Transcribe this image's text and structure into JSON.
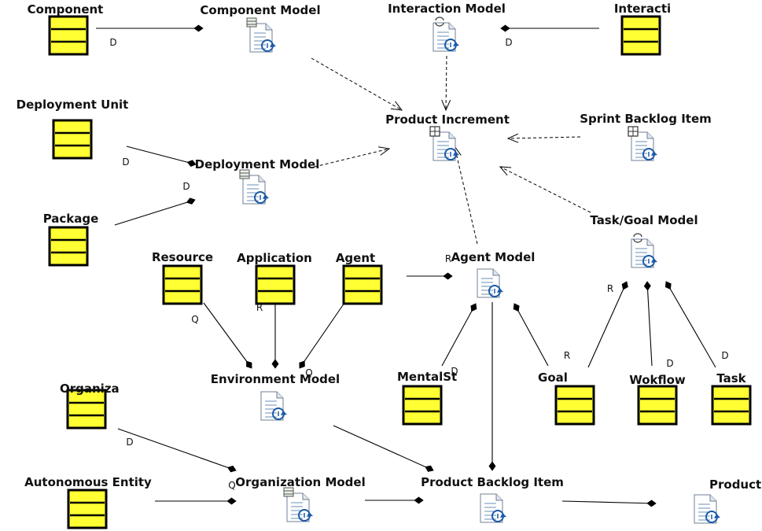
{
  "entities": [
    {
      "id": "component",
      "label": "Component",
      "kind": "class"
    },
    {
      "id": "component_model",
      "label": "Component Model",
      "kind": "model"
    },
    {
      "id": "interaction_model",
      "label": "Interaction Model",
      "kind": "model"
    },
    {
      "id": "interacti",
      "label": "Interacti",
      "kind": "class"
    },
    {
      "id": "deployment_unit",
      "label": "Deployment Unit",
      "kind": "class"
    },
    {
      "id": "product_increment",
      "label": "Product Increment",
      "kind": "model"
    },
    {
      "id": "sprint_backlog_item",
      "label": "Sprint Backlog Item",
      "kind": "model"
    },
    {
      "id": "deployment_model",
      "label": "Deployment Model",
      "kind": "model"
    },
    {
      "id": "package",
      "label": "Package",
      "kind": "class"
    },
    {
      "id": "task_goal_model",
      "label": "Task/Goal Model",
      "kind": "model"
    },
    {
      "id": "resource",
      "label": "Resource",
      "kind": "class"
    },
    {
      "id": "application",
      "label": "Application",
      "kind": "class"
    },
    {
      "id": "agent",
      "label": "Agent",
      "kind": "class"
    },
    {
      "id": "agent_model",
      "label": "Agent Model",
      "kind": "model"
    },
    {
      "id": "mentalst",
      "label": "MentalSt",
      "kind": "class"
    },
    {
      "id": "goal",
      "label": "Goal",
      "kind": "class"
    },
    {
      "id": "wokflow",
      "label": "Wokflow",
      "kind": "class"
    },
    {
      "id": "task",
      "label": "Task",
      "kind": "class"
    },
    {
      "id": "environment_model",
      "label": "Environment Model",
      "kind": "model"
    },
    {
      "id": "organiza",
      "label": "Organiza",
      "kind": "class"
    },
    {
      "id": "autonomous_entity",
      "label": "Autonomous Entity",
      "kind": "class"
    },
    {
      "id": "organization_model",
      "label": "Organization Model",
      "kind": "model"
    },
    {
      "id": "product_backlog_item",
      "label": "Product Backlog Item",
      "kind": "model"
    },
    {
      "id": "product_backlog",
      "label": "Product Backlog",
      "kind": "model"
    }
  ],
  "relations": [
    {
      "from": "component",
      "to": "component_model",
      "style": "solid",
      "label": "D"
    },
    {
      "from": "interacti",
      "to": "interaction_model",
      "style": "solid",
      "label": "D"
    },
    {
      "from": "component_model",
      "to": "product_increment",
      "style": "dashed",
      "label": ""
    },
    {
      "from": "interaction_model",
      "to": "product_increment",
      "style": "dashed",
      "label": ""
    },
    {
      "from": "sprint_backlog_item",
      "to": "product_increment",
      "style": "dashed",
      "label": ""
    },
    {
      "from": "deployment_model",
      "to": "product_increment",
      "style": "dashed",
      "label": ""
    },
    {
      "from": "agent_model",
      "to": "product_increment",
      "style": "dashed",
      "label": ""
    },
    {
      "from": "task_goal_model",
      "to": "product_increment",
      "style": "dashed",
      "label": ""
    },
    {
      "from": "deployment_unit",
      "to": "deployment_model",
      "style": "solid",
      "label": "D"
    },
    {
      "from": "package",
      "to": "deployment_model",
      "style": "solid",
      "label": "D"
    },
    {
      "from": "agent",
      "to": "agent_model",
      "style": "solid",
      "label": "R"
    },
    {
      "from": "resource",
      "to": "environment_model",
      "style": "solid",
      "label": "Q"
    },
    {
      "from": "application",
      "to": "environment_model",
      "style": "solid",
      "label": "R"
    },
    {
      "from": "agent",
      "to": "environment_model",
      "style": "solid",
      "label": "Q"
    },
    {
      "from": "mentalst",
      "to": "agent_model",
      "style": "solid",
      "label": "D"
    },
    {
      "from": "goal",
      "to": "agent_model",
      "style": "solid",
      "label": "R"
    },
    {
      "from": "goal",
      "to": "task_goal_model",
      "style": "solid",
      "label": "R"
    },
    {
      "from": "wokflow",
      "to": "task_goal_model",
      "style": "solid",
      "label": "D"
    },
    {
      "from": "task",
      "to": "task_goal_model",
      "style": "solid",
      "label": "D"
    },
    {
      "from": "agent_model",
      "to": "product_backlog_item",
      "style": "solid",
      "label": ""
    },
    {
      "from": "environment_model",
      "to": "product_backlog_item",
      "style": "solid",
      "label": ""
    },
    {
      "from": "organiza",
      "to": "organization_model",
      "style": "solid",
      "label": "D"
    },
    {
      "from": "autonomous_entity",
      "to": "organization_model",
      "style": "solid",
      "label": "Q"
    },
    {
      "from": "organization_model",
      "to": "product_backlog_item",
      "style": "solid",
      "label": ""
    },
    {
      "from": "product_backlog_item",
      "to": "product_backlog",
      "style": "solid",
      "label": ""
    }
  ],
  "colors": {
    "class_fill": "#ffff33",
    "class_stroke": "#000000",
    "doc_fill": "#ffffff",
    "doc_line": "#6a8fb8",
    "arrow": "#1a5aa8"
  }
}
